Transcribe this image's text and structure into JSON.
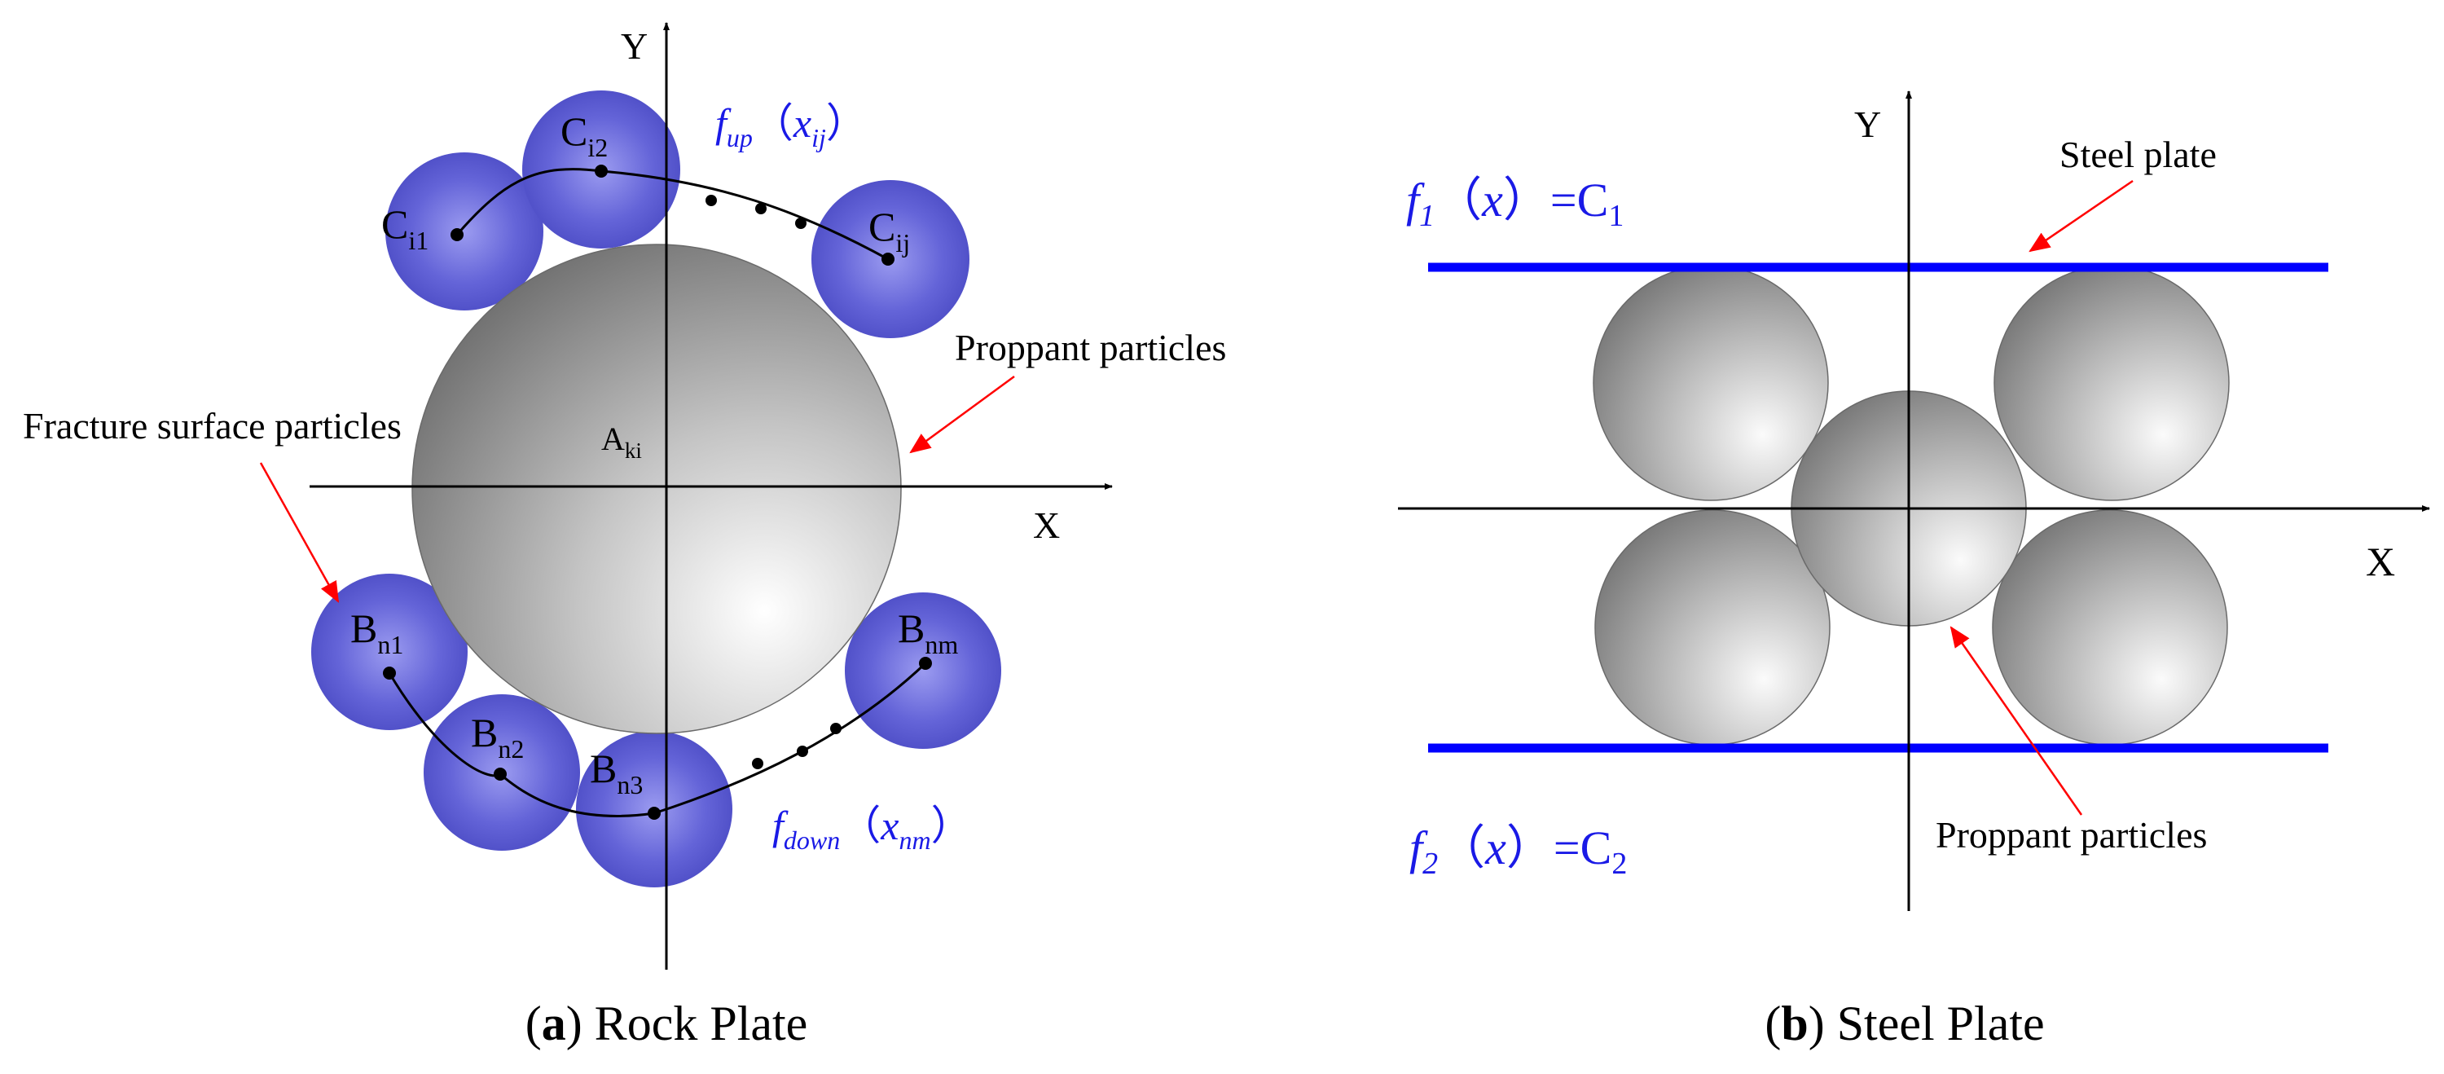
{
  "panel_a": {
    "axis_y": "Y",
    "axis_x": "X",
    "center_label": {
      "main": "A",
      "sub": "ki"
    },
    "upper_function": {
      "f": "f",
      "f_sub": "up",
      "open": "（",
      "x": "x",
      "x_sub": "ij",
      "close": "）"
    },
    "lower_function": {
      "f": "f",
      "f_sub": "down",
      "open": "（",
      "x": "x",
      "x_sub": "nm",
      "close": "）"
    },
    "upper_particles": [
      {
        "main": "C",
        "sub": "i1"
      },
      {
        "main": "C",
        "sub": "i2"
      },
      {
        "main": "C",
        "sub": "ij"
      }
    ],
    "lower_particles": [
      {
        "main": "B",
        "sub": "n1"
      },
      {
        "main": "B",
        "sub": "n2"
      },
      {
        "main": "B",
        "sub": "n3"
      },
      {
        "main": "B",
        "sub": "nm"
      }
    ],
    "annotation_proppant": "Proppant particles",
    "annotation_fracture": "Fracture surface particles",
    "caption": {
      "open": "(",
      "letter": "a",
      "close": ")",
      "text": " Rock Plate"
    }
  },
  "panel_b": {
    "axis_y": "Y",
    "axis_x": "X",
    "top_function": {
      "f": "f",
      "f_sub": "1",
      "open": "（",
      "x": "x",
      "close": "）",
      "eq": "=C",
      "c_sub": "1"
    },
    "bottom_function": {
      "f": "f",
      "f_sub": "2",
      "open": "（",
      "x": "x",
      "close": "）",
      "eq": "=C",
      "c_sub": "2"
    },
    "annotation_steel": "Steel plate",
    "annotation_proppant": "Proppant particles",
    "caption": {
      "open": "(",
      "letter": "b",
      "close": ")",
      "text": " Steel Plate"
    }
  },
  "colors": {
    "fracture_particle": "#5b5bd6",
    "plate_line": "#0000ff",
    "arrow": "#ff0000",
    "function_text": "#1a1ae6",
    "proppant_gray": "#9a9a9a"
  }
}
